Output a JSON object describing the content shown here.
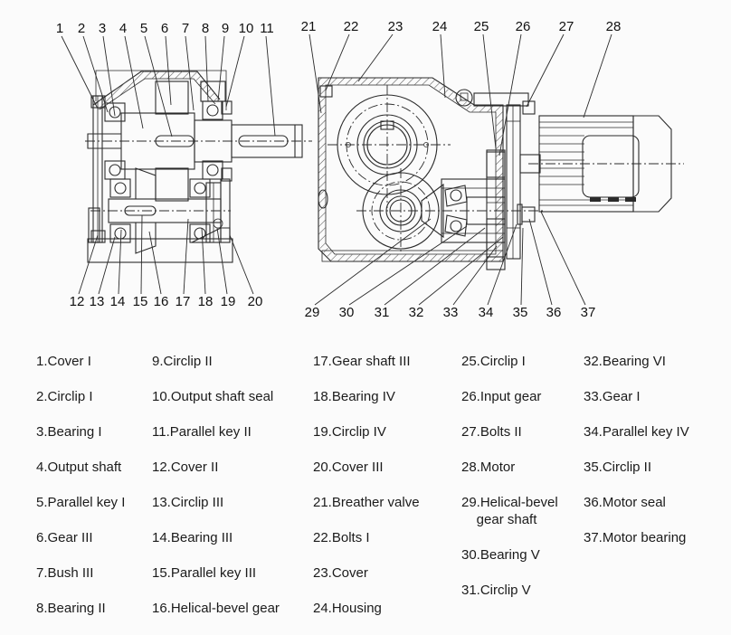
{
  "callouts": {
    "top_left": [
      "1",
      "2",
      "3",
      "4",
      "5",
      "6",
      "7",
      "8",
      "9",
      "10",
      "11"
    ],
    "bottom_left": [
      "12",
      "13",
      "14",
      "15",
      "16",
      "17",
      "18",
      "19",
      "20"
    ],
    "top_right": [
      "21",
      "22",
      "23",
      "24",
      "25",
      "26",
      "27",
      "28"
    ],
    "bottom_right": [
      "29",
      "30",
      "31",
      "32",
      "33",
      "34",
      "35",
      "36",
      "37"
    ]
  },
  "legend": {
    "columns": [
      {
        "items": [
          "1.Cover I",
          "2.Circlip I",
          "3.Bearing I",
          "4.Output shaft",
          "5.Parallel key I",
          "6.Gear III",
          "7.Bush III",
          "8.Bearing II"
        ]
      },
      {
        "items": [
          "9.Circlip II",
          "10.Output shaft seal",
          "11.Parallel key II",
          "12.Cover II",
          "13.Circlip III",
          "14.Bearing III",
          "15.Parallel key III",
          "16.Helical-bevel gear"
        ]
      },
      {
        "items": [
          "17.Gear shaft III",
          "18.Bearing IV",
          "19.Circlip IV",
          "20.Cover III",
          "21.Breather valve",
          "22.Bolts I",
          "23.Cover",
          "24.Housing"
        ]
      },
      {
        "items": [
          "25.Circlip I",
          "26.Input gear",
          "27.Bolts II",
          "28.Motor",
          "29.Helical-bevel\n    gear shaft",
          "30.Bearing V",
          "31.Circlip V"
        ]
      },
      {
        "items": [
          "32.Bearing VI",
          "33.Gear I",
          "34.Parallel key IV",
          "35.Circlip II",
          "36.Motor seal",
          "37.Motor bearing"
        ]
      }
    ]
  },
  "colors": {
    "line": "#2b2b2b",
    "background": "#fbfbfb",
    "text": "#1b1b1b"
  }
}
